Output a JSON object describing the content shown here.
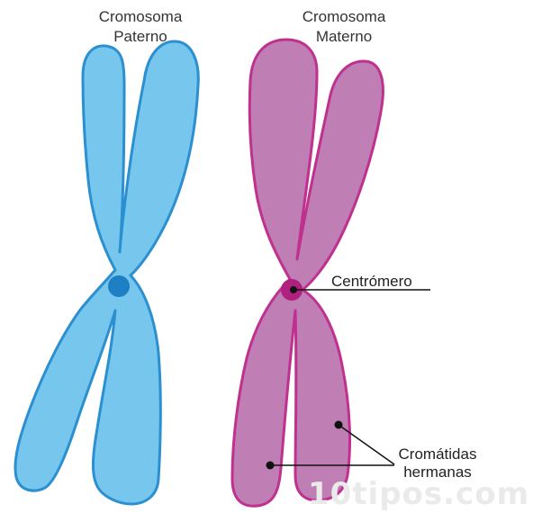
{
  "paternal": {
    "title_line1": "Cromosoma",
    "title_line2": "Paterno",
    "fill_color": "#76c6ee",
    "stroke_color": "#2b8fd0",
    "centromere_color": "#1f7fc4"
  },
  "maternal": {
    "title_line1": "Cromosoma",
    "title_line2": "Materno",
    "fill_color": "#bf7eb4",
    "stroke_color": "#c0308f",
    "centromere_color": "#b0207f"
  },
  "labels": {
    "centromere": "Centrómero",
    "sister_chromatids_line1": "Cromátidas",
    "sister_chromatids_line2": "hermanas"
  },
  "watermark": "10tipos.com"
}
